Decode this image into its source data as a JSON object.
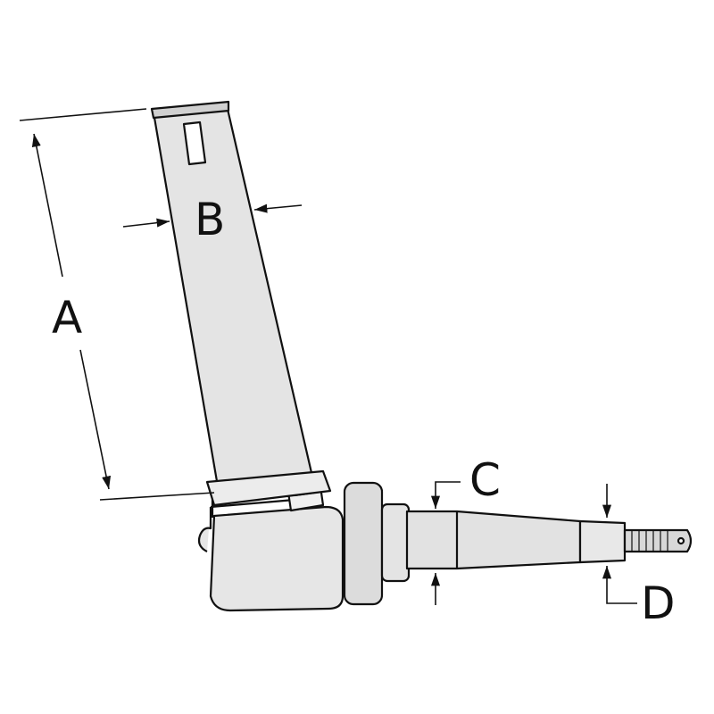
{
  "figure": {
    "labels": {
      "a": "A",
      "b": "B",
      "c": "C",
      "d": "D"
    },
    "colors": {
      "line": "#111111",
      "part_fill": "#e4e4e4",
      "background": "#ffffff"
    }
  }
}
